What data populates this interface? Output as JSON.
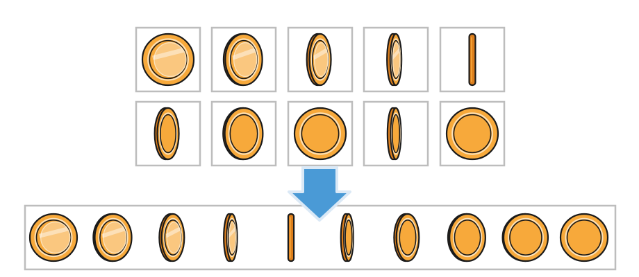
{
  "colors": {
    "coin_fill": "#f7a93b",
    "coin_edge": "#dd7f1d",
    "coin_outline": "#1a1a1a",
    "coin_highlight": "#fbe2bb",
    "coin_glass": "#ffffff",
    "frame_border": "#bdbdbd",
    "arrow_fill": "#4a9ad6",
    "arrow_outline": "#dbe9f6"
  },
  "sprite_sheet": {
    "rows": [
      {
        "frames": [
          {
            "icon": "coin-front-glossy-icon",
            "face_ratio": 1.0,
            "glossy": true
          },
          {
            "icon": "coin-turning-glossy-icon",
            "face_ratio": 0.72,
            "glossy": true
          },
          {
            "icon": "coin-turning-glossy-icon",
            "face_ratio": 0.42,
            "glossy": true
          },
          {
            "icon": "coin-turning-glossy-icon",
            "face_ratio": 0.22,
            "glossy": true
          },
          {
            "icon": "coin-edge-icon",
            "face_ratio": 0.0,
            "glossy": false
          }
        ]
      },
      {
        "frames": [
          {
            "icon": "coin-turning-icon",
            "face_ratio": 0.42,
            "glossy": false
          },
          {
            "icon": "coin-turning-icon",
            "face_ratio": 0.74,
            "glossy": false
          },
          {
            "icon": "coin-front-icon",
            "face_ratio": 1.0,
            "glossy": false
          },
          {
            "icon": "coin-turning-icon",
            "face_ratio": 0.2,
            "glossy": false
          },
          {
            "icon": "coin-front-icon",
            "face_ratio": 1.0,
            "glossy": false
          }
        ]
      }
    ]
  },
  "arrow": {
    "icon": "down-arrow-icon",
    "direction": "down"
  },
  "animation_strip": {
    "frames": [
      {
        "icon": "coin-front-glossy-icon",
        "face_ratio": 1.0,
        "glossy": true
      },
      {
        "icon": "coin-turning-glossy-icon",
        "face_ratio": 0.78,
        "glossy": true
      },
      {
        "icon": "coin-turning-glossy-icon",
        "face_ratio": 0.48,
        "glossy": true
      },
      {
        "icon": "coin-turning-glossy-icon",
        "face_ratio": 0.22,
        "glossy": true
      },
      {
        "icon": "coin-edge-icon",
        "face_ratio": 0.0,
        "glossy": false
      },
      {
        "icon": "coin-turning-icon",
        "face_ratio": 0.2,
        "glossy": false
      },
      {
        "icon": "coin-turning-icon",
        "face_ratio": 0.48,
        "glossy": false
      },
      {
        "icon": "coin-turning-icon",
        "face_ratio": 0.76,
        "glossy": false
      },
      {
        "icon": "coin-front-icon",
        "face_ratio": 0.94,
        "glossy": false
      },
      {
        "icon": "coin-front-icon",
        "face_ratio": 1.0,
        "glossy": false
      }
    ]
  }
}
